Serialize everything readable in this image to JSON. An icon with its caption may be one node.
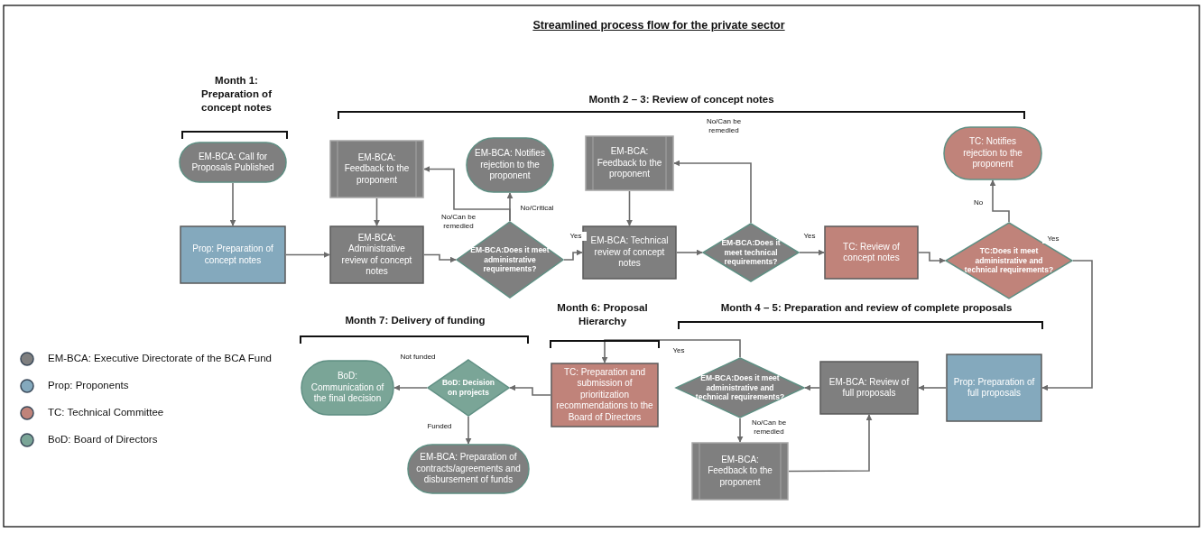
{
  "diagram": {
    "title": "Streamlined process flow for the private sector",
    "nodes": [
      {
        "text": [
          "EM-BCA: Call for Proposals Published"
        ]
      },
      {
        "text": [
          "Prop: Preparation of concept notes"
        ]
      },
      {
        "text": [
          "EM-BCA: Feedback to the proponent"
        ]
      },
      {
        "text": [
          "EM-BCA: Notifies rejection to the proponent"
        ]
      },
      {
        "text": [
          "EM-BCA: Administrative review of concept notes"
        ]
      },
      {
        "text": [
          "EM-BCA:Does it meet administrative requirements?"
        ]
      },
      {
        "text": [
          "EM-BCA: Feedback to the proponent"
        ]
      },
      {
        "text": [
          "EM-BCA: Technical review of concept notes"
        ]
      },
      {
        "text": [
          "EM-BCA:Does it meet technical requirements?"
        ]
      },
      {
        "text": [
          "TC: Review of concept notes"
        ]
      },
      {
        "text": [
          "TC: Notifies rejection to the proponent"
        ]
      },
      {
        "text": [
          "TC:Does it meet administrative and technical requirements?"
        ]
      },
      {
        "text": [
          "Prop: Preparation of full proposals"
        ]
      },
      {
        "text": [
          "EM-BCA: Review of full proposals"
        ]
      },
      {
        "text": [
          "EM-BCA:Does it meet administrative and technical requirements?"
        ]
      },
      {
        "text": [
          "EM-BCA: Feedback to the proponent"
        ]
      },
      {
        "text": [
          "TC: Preparation and submission of prioritization recommendations to the Board of Directors"
        ]
      },
      {
        "text": [
          "BoD: Decision on projects"
        ]
      },
      {
        "text": [
          "BoD: Communication of the final decision"
        ]
      },
      {
        "text": [
          "EM-BCA: Preparation of contracts/agreements and disbursement of funds"
        ]
      }
    ],
    "edges": [
      {
        "from": 0,
        "to": 1,
        "arrow": "to"
      },
      {
        "from": 1,
        "to": 4,
        "arrow": "to"
      },
      {
        "from": 2,
        "to": 4,
        "arrow": "to"
      },
      {
        "from": 4,
        "to": 5,
        "arrow": "to"
      },
      {
        "from": 5,
        "to": 3,
        "arrow": "to",
        "label": "No/Critical"
      },
      {
        "from": 5,
        "to": 2,
        "arrow": "to",
        "label": "No/Can be remedied"
      },
      {
        "from": 5,
        "to": 7,
        "arrow": "to",
        "label": "Yes"
      },
      {
        "from": 6,
        "to": 7,
        "arrow": "to"
      },
      {
        "from": 7,
        "to": 8,
        "arrow": "to"
      },
      {
        "from": 8,
        "to": 6,
        "arrow": "to",
        "label": "No/Can be remedied"
      },
      {
        "from": 8,
        "to": 9,
        "arrow": "to",
        "label": "Yes"
      },
      {
        "from": 9,
        "to": 11,
        "arrow": "to"
      },
      {
        "from": 11,
        "to": 10,
        "arrow": "to",
        "label": "No"
      },
      {
        "from": 11,
        "to": 12,
        "arrow": "to",
        "label": "Yes"
      },
      {
        "from": 12,
        "to": 13,
        "arrow": "to"
      },
      {
        "from": 13,
        "to": 14,
        "arrow": "to"
      },
      {
        "from": 14,
        "to": 15,
        "arrow": "to",
        "label": "No/Can be remedied"
      },
      {
        "from": 15,
        "to": 13,
        "arrow": "to"
      },
      {
        "from": 14,
        "to": 16,
        "arrow": "to",
        "label": "Yes"
      },
      {
        "from": 16,
        "to": 17,
        "arrow": "to"
      },
      {
        "from": 17,
        "to": 18,
        "arrow": "to",
        "label": "Not funded"
      },
      {
        "from": 17,
        "to": 19,
        "arrow": "to",
        "label": "Funded"
      }
    ],
    "labels": [
      "Month 1: Preparation of concept notes",
      "Month 2 – 3: Review of concept notes",
      "Month 6: Proposal Hierarchy",
      "Month 4 – 5: Preparation and review of complete proposals",
      "Month 7: Delivery of funding"
    ],
    "legend": [
      {
        "text": "EM-BCA: Executive Directorate of the BCA Fund",
        "color": "#7f7f7f"
      },
      {
        "text": "Prop: Proponents",
        "color": "#84a9bd"
      },
      {
        "text": "TC: Technical Committee",
        "color": "#c0837a"
      },
      {
        "text": "BoD: Board of Directors",
        "color": "#7aa597"
      }
    ]
  }
}
